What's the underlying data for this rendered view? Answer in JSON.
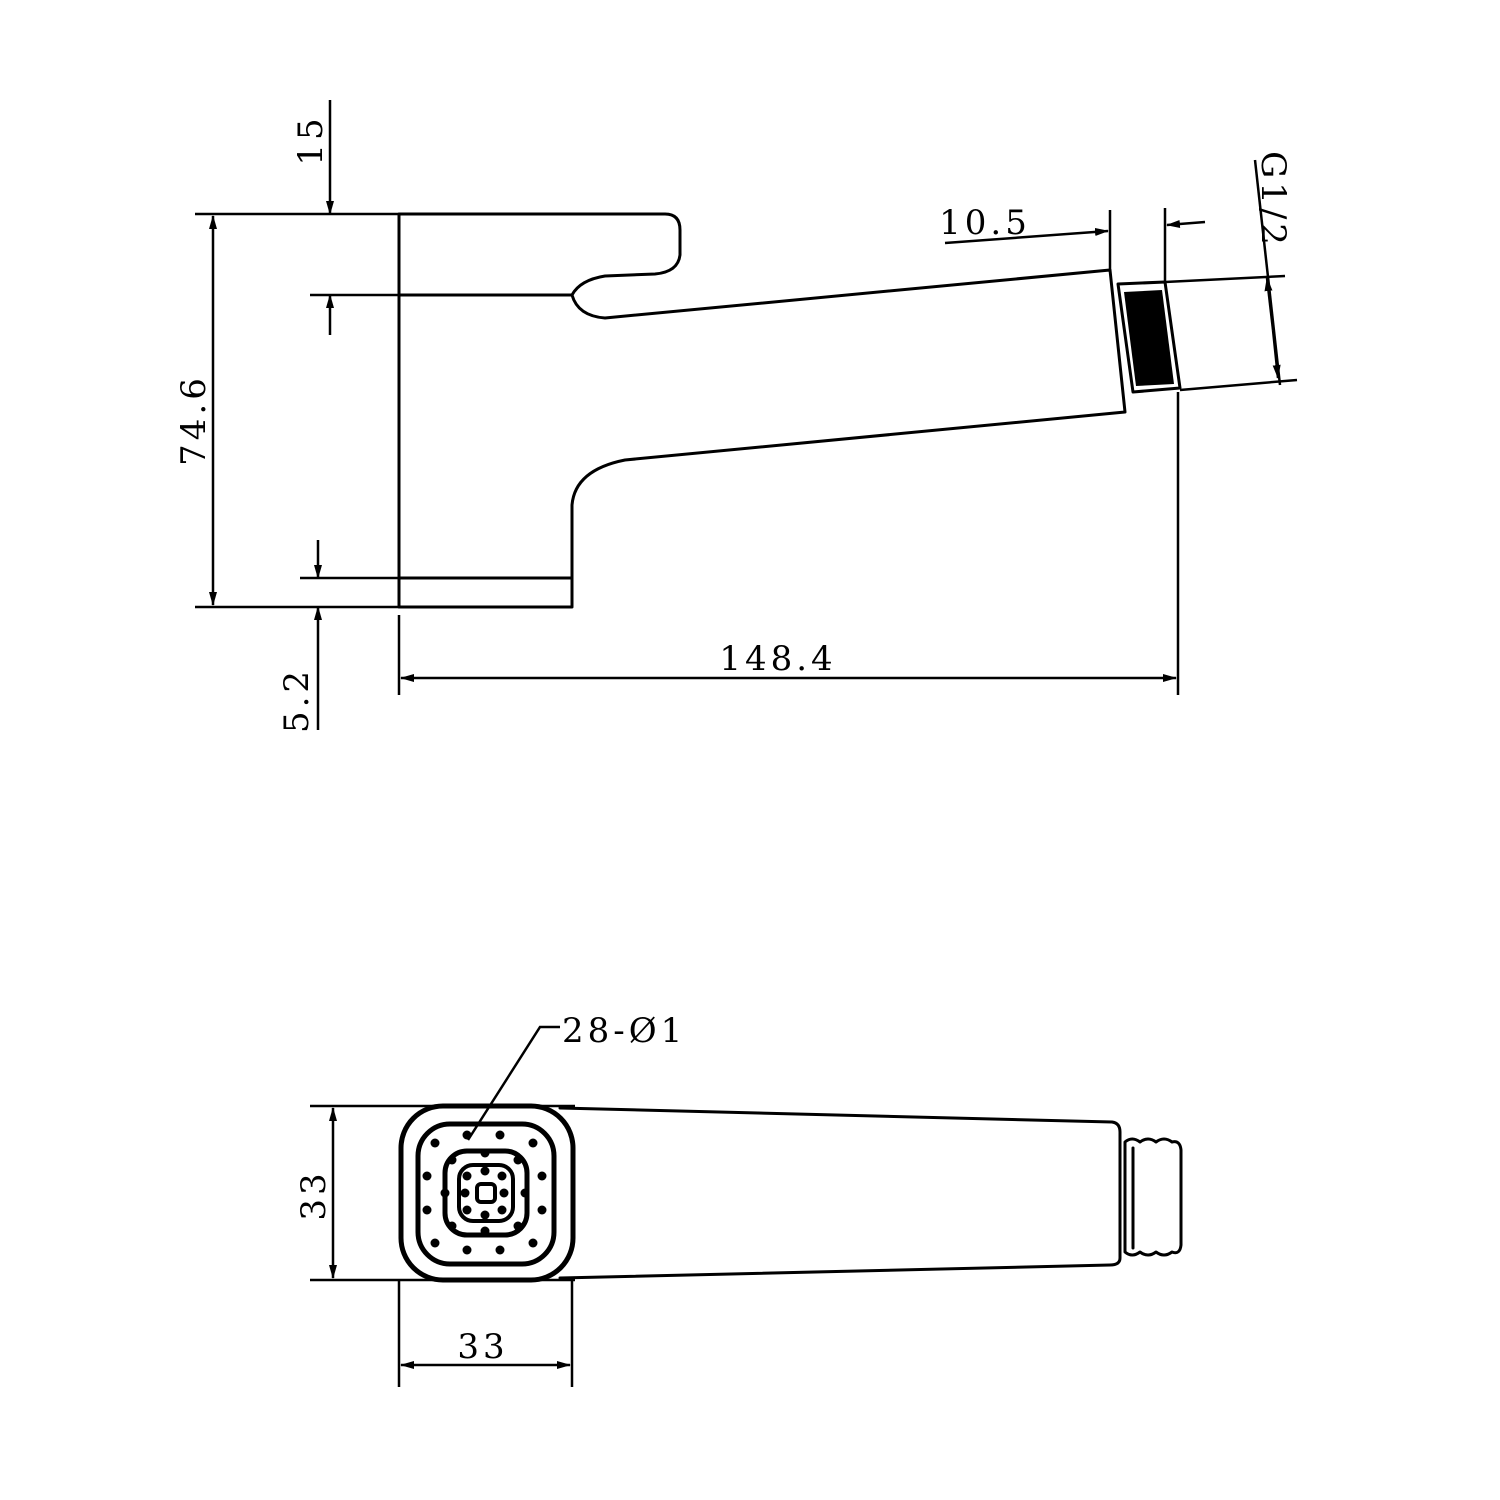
{
  "side_view": {
    "dimensions": {
      "top_lip": "15",
      "height": "74.6",
      "base_lip": "5.2",
      "length": "148.4",
      "thread_length": "10.5",
      "thread_spec": "G1/2"
    }
  },
  "front_view": {
    "dimensions": {
      "height": "33",
      "width": "33"
    },
    "holes_label": "28-Ø1",
    "hole_count": 28
  },
  "colors": {
    "line": "#000000",
    "background": "#ffffff"
  }
}
